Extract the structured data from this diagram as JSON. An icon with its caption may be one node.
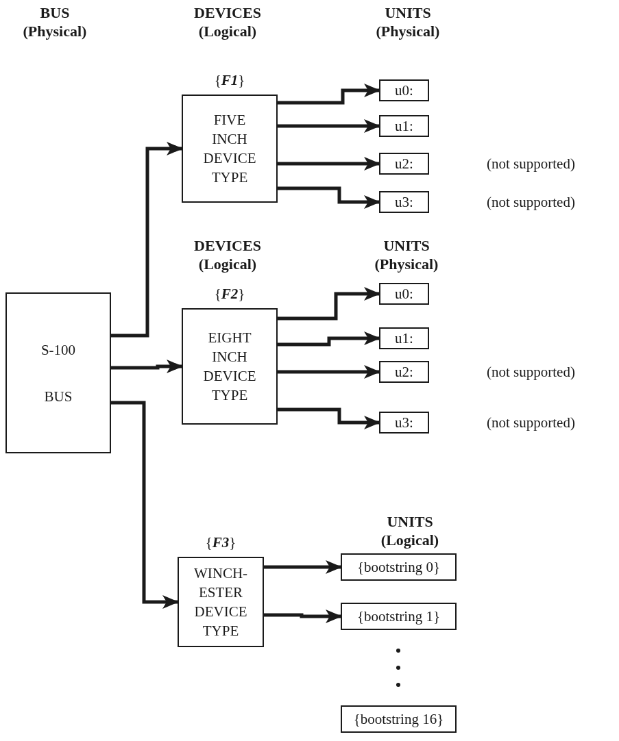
{
  "diagram": {
    "nodes": [
      {
        "text": [
          "S-100",
          "BUS"
        ]
      },
      {
        "text": [
          "{**F1**}",
          "FIVE INCH DEVICE TYPE"
        ]
      },
      {
        "text": [
          "u0:"
        ]
      },
      {
        "text": [
          "u1:"
        ]
      },
      {
        "text": [
          "u2:"
        ]
      },
      {
        "text": [
          "u3:"
        ]
      },
      {
        "text": [
          "{**F2**}",
          "EIGHT INCH DEVICE TYPE"
        ]
      },
      {
        "text": [
          "u0:"
        ]
      },
      {
        "text": [
          "u1:"
        ]
      },
      {
        "text": [
          "u2:"
        ]
      },
      {
        "text": [
          "u3:"
        ]
      },
      {
        "text": [
          "{**F3**}",
          "WINCH- ESTER DEVICE TYPE"
        ]
      },
      {
        "text": [
          "{bootstring 0}"
        ]
      },
      {
        "text": [
          "{bootstring 1}"
        ]
      },
      {
        "text": [
          "{bootstring 16}"
        ]
      }
    ],
    "edges": [
      {
        "from": 0,
        "to": 1,
        "arrow": "to"
      },
      {
        "from": 0,
        "to": 6,
        "arrow": "to"
      },
      {
        "from": 0,
        "to": 11,
        "arrow": "to"
      },
      {
        "from": 1,
        "to": 2,
        "arrow": "to"
      },
      {
        "from": 1,
        "to": 3,
        "arrow": "to"
      },
      {
        "from": 1,
        "to": 4,
        "arrow": "to"
      },
      {
        "from": 1,
        "to": 5,
        "arrow": "to"
      },
      {
        "from": 6,
        "to": 7,
        "arrow": "to"
      },
      {
        "from": 6,
        "to": 8,
        "arrow": "to"
      },
      {
        "from": 6,
        "to": 9,
        "arrow": "to"
      },
      {
        "from": 6,
        "to": 10,
        "arrow": "to"
      },
      {
        "from": 11,
        "to": 12,
        "arrow": "to"
      },
      {
        "from": 11,
        "to": 13,
        "arrow": "to"
      }
    ],
    "labels": [
      "BUS (Physical)",
      "DEVICES (Logical)",
      "UNITS (Physical)",
      "(not supported)",
      "(not supported)",
      "DEVICES (Logical)",
      "UNITS (Physical)",
      "(not supported)",
      "(not supported)",
      "UNITS (Logical)"
    ]
  }
}
